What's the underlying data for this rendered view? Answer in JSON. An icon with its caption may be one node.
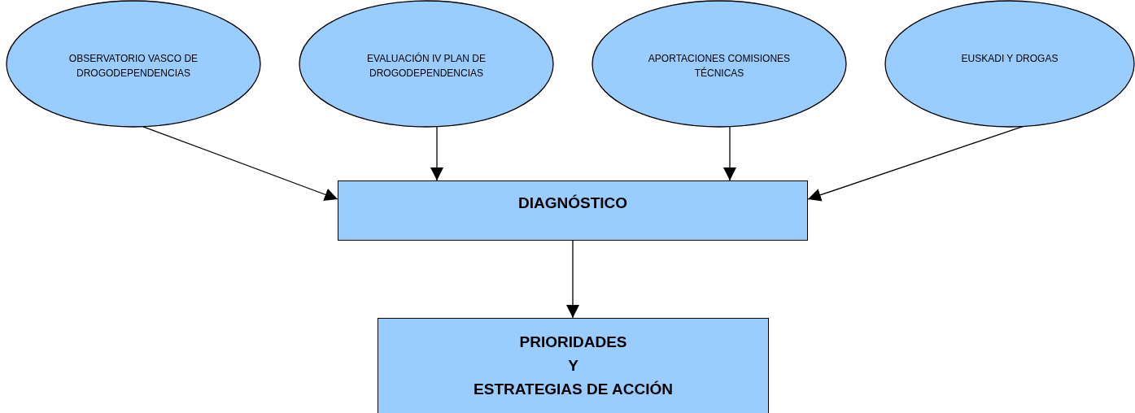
{
  "diagram": {
    "nodes": [
      {
        "text": [
          "OBSERVATORIO VASCO DE DROGODEPENDENCIAS"
        ]
      },
      {
        "text": [
          "EVALUACIÓN IV PLAN DE DROGODEPENDENCIAS"
        ]
      },
      {
        "text": [
          "APORTACIONES COMISIONES TÉCNICAS"
        ]
      },
      {
        "text": [
          "EUSKADI Y DROGAS"
        ]
      },
      {
        "text": [
          "DIAGNÓSTICO"
        ]
      },
      {
        "text": [
          "PRIORIDADES",
          "Y",
          "ESTRATEGIAS DE ACCIÓN"
        ]
      }
    ],
    "edges": [
      {
        "from": 0,
        "to": 4,
        "arrow": "to"
      },
      {
        "from": 1,
        "to": 4,
        "arrow": "to"
      },
      {
        "from": 2,
        "to": 4,
        "arrow": "to"
      },
      {
        "from": 3,
        "to": 4,
        "arrow": "to"
      },
      {
        "from": 4,
        "to": 5,
        "arrow": "to"
      }
    ]
  }
}
